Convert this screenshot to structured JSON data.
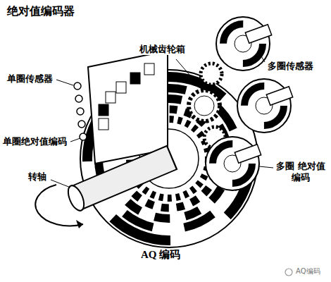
{
  "diagram": {
    "title": "绝对值编码器",
    "caption": "AQ 编码",
    "labels": [
      "机械齿轮箱",
      "多圈传感器",
      "单圈传感器",
      "单圈绝对值编码",
      "转轴",
      "多圈 绝对值编码",
      "AQ编码"
    ]
  }
}
